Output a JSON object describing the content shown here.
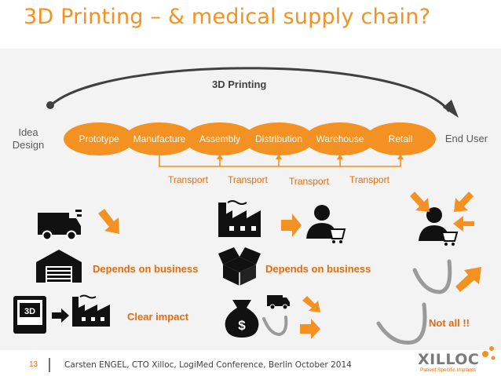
{
  "title": "3D Printing – & medical supply chain?",
  "arc_label": "3D Printing",
  "start_node": [
    "Idea",
    "Design"
  ],
  "end_node": "End User",
  "steps": [
    "Prototype",
    "Manufacture",
    "Assembly",
    "Distribution",
    "Warehouse",
    "Retail"
  ],
  "transports": [
    "Transport",
    "Transport",
    "Transport",
    "Transport"
  ],
  "statements": {
    "depends_1": "Depends on business",
    "depends_2": "Depends on business",
    "clear_impact": "Clear impact",
    "not_all": "Not all !!"
  },
  "icon_labels": {
    "printer_3d": "3D",
    "dollar": "$"
  },
  "footer": {
    "page_number": "13",
    "text": "Carsten ENGEL, CTO Xilloc, LogiMed Conference, Berlin October 2014"
  },
  "logo": {
    "name": "XILLOC",
    "tagline": "Patient Specific Implants"
  },
  "colors": {
    "accent": "#f39222",
    "text_orange": "#e46c0a",
    "flow_grey": "#595959"
  }
}
